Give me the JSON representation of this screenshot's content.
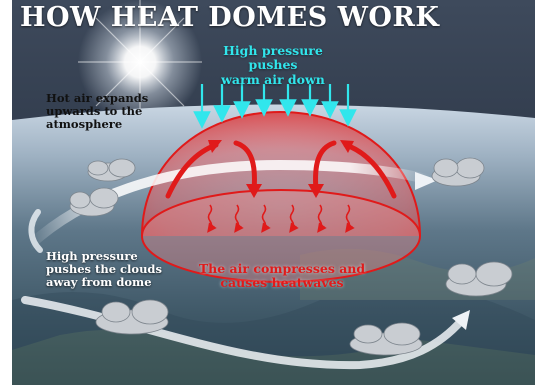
{
  "title": "HOW HEAT DOMES WORK",
  "labels": {
    "high_pressure_line1": "High pressure pushes",
    "high_pressure_line2": "warm air down",
    "hot_air_line1": "Hot air expands",
    "hot_air_line2": "upwards to the",
    "hot_air_line3": "atmosphere",
    "clouds_line1": "High pressure",
    "clouds_line2": "pushes the clouds",
    "clouds_line3": "away from dome",
    "compress_line1": "The air compresses and",
    "compress_line2": "causes heatwaves"
  },
  "colors": {
    "sky": "#2f3a4a",
    "cyan_arrow": "#31e6ec",
    "dome_red": "#e01a1a",
    "title_text": "#ffffff"
  }
}
